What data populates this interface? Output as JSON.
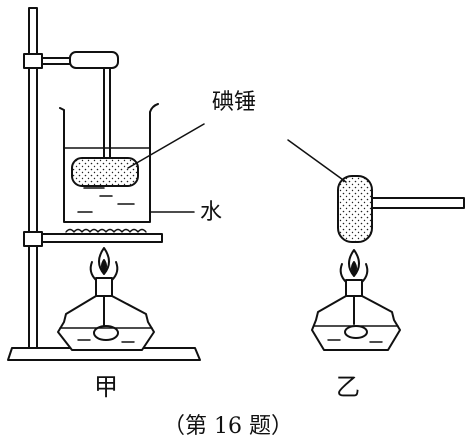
{
  "labels": {
    "iodine_hammer": "碘锤",
    "water": "水",
    "setup_a": "甲",
    "setup_b": "乙",
    "caption": "（第 16 题）"
  }
}
